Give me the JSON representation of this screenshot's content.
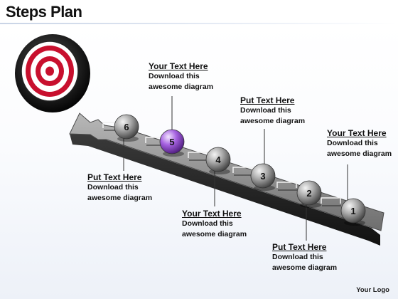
{
  "title": "Steps Plan",
  "logo": "Your Logo",
  "steps": [
    {
      "number": "1",
      "active": false
    },
    {
      "number": "2",
      "active": false
    },
    {
      "number": "3",
      "active": false
    },
    {
      "number": "4",
      "active": false
    },
    {
      "number": "5",
      "active": true
    },
    {
      "number": "6",
      "active": false
    }
  ],
  "callouts": [
    {
      "head": "Your Text Here",
      "line1": "Download this",
      "line2": "awesome diagram"
    },
    {
      "head": "Put Text Here",
      "line1": "Download this",
      "line2": "awesome diagram"
    },
    {
      "head": "Put Text Here",
      "line1": "Download this",
      "line2": "awesome diagram"
    },
    {
      "head": "Your Text Here",
      "line1": "Download this",
      "line2": "awesome diagram"
    },
    {
      "head": "Your Text Here",
      "line1": "Download this",
      "line2": "awesome diagram"
    },
    {
      "head": "Put Text Here",
      "line1": "Download this",
      "line2": "awesome diagram"
    }
  ],
  "colors": {
    "ball_default": "#9a9a9a",
    "ball_active": "#9b59d6",
    "target_red": "#c8102e",
    "arrow": "#8c8c8c"
  },
  "icons": {
    "target": "target-icon"
  }
}
